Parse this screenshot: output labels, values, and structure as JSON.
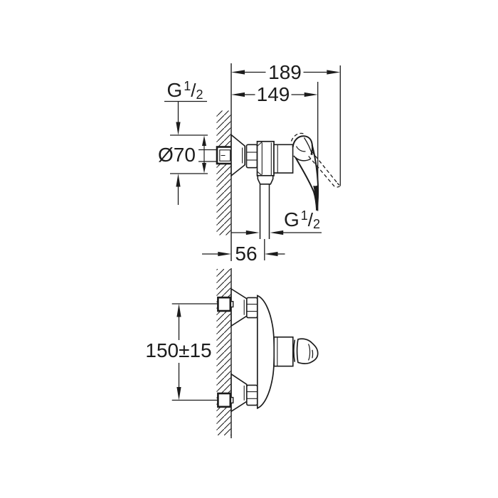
{
  "page": {
    "background": "#ffffff",
    "line_color": "#1c1c1c"
  },
  "dimensions": {
    "overall_depth": "189",
    "depth_to_lever": "149",
    "escutcheon_diameter": "Ø70",
    "wall_to_outlet": "56",
    "connection_spacing": "150±15"
  },
  "threads": {
    "inlet": {
      "prefix": "G",
      "numerator": "1",
      "slash": "/",
      "denominator": "2"
    },
    "outlet": {
      "prefix": "G",
      "numerator": "1",
      "slash": "/",
      "denominator": "2"
    }
  }
}
